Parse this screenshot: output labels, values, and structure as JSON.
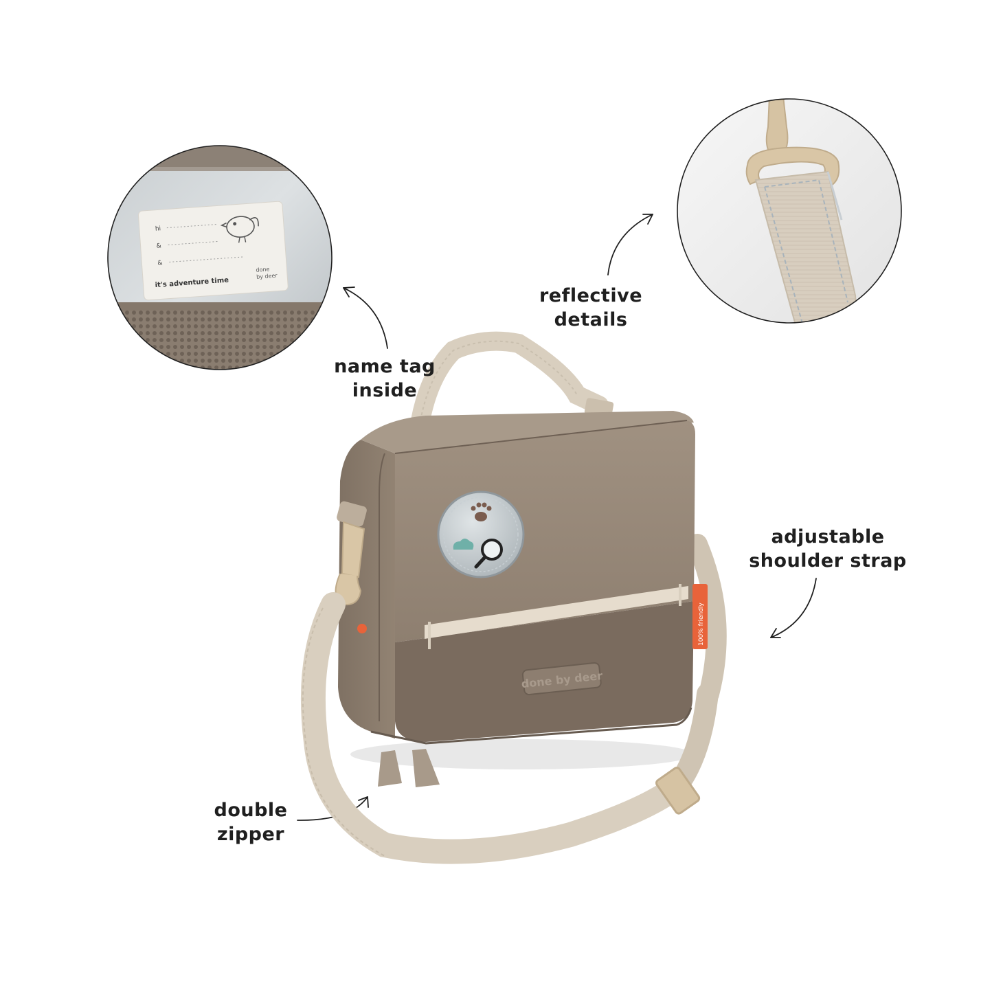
{
  "callouts": {
    "name_tag": {
      "line1": "name tag",
      "line2": "inside"
    },
    "reflective": {
      "line1": "reflective",
      "line2": "details"
    },
    "strap": {
      "line1": "adjustable",
      "line2": "shoulder strap"
    },
    "zipper": {
      "line1": "double",
      "line2": "zipper"
    }
  },
  "name_tag_card": {
    "field1": "hi",
    "field2": "&",
    "field3": "&",
    "slogan": "it's adventure time",
    "brand_line1": "done",
    "brand_line2": "by deer"
  },
  "bag": {
    "brand_badge": "done by deer",
    "side_tag": "100% friendly"
  },
  "colors": {
    "bag_top": "#9a8b7b",
    "bag_bottom": "#7a6b5e",
    "strap": "#d9cfbf",
    "stripe": "#e6dccd",
    "tag_accent": "#e8633a",
    "text": "#1f1f1f"
  }
}
